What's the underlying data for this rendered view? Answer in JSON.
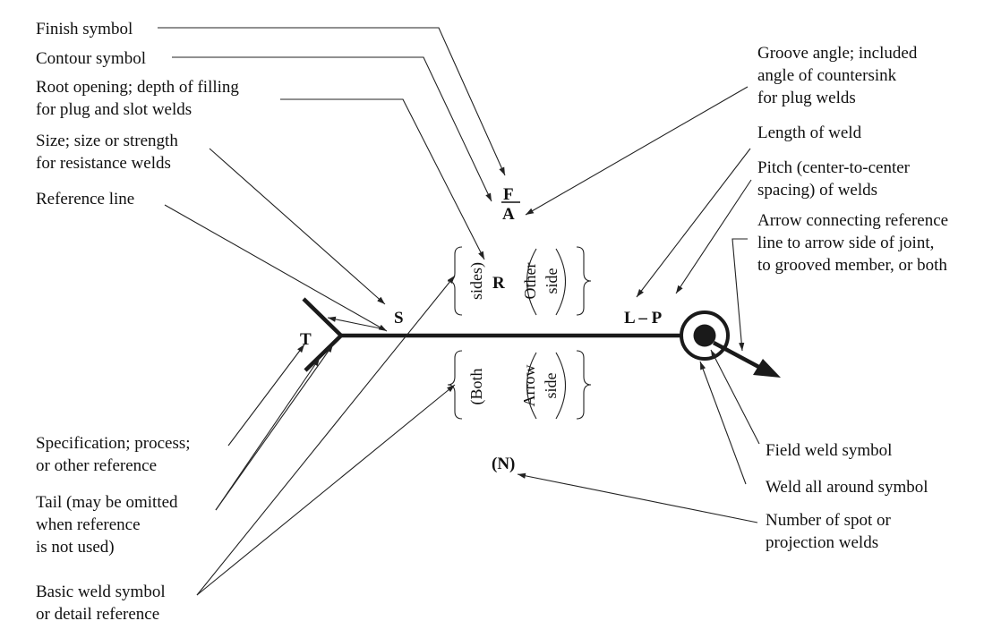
{
  "labels": {
    "finish": [
      "Finish symbol"
    ],
    "contour": [
      "Contour symbol"
    ],
    "root": [
      "Root opening; depth of filling",
      "for plug and slot welds"
    ],
    "size": [
      "Size; size or strength",
      "for resistance welds"
    ],
    "refline": [
      "Reference line"
    ],
    "groove": [
      "Groove angle; included",
      "angle of countersink",
      "for plug welds"
    ],
    "length": [
      "Length of weld"
    ],
    "pitch": [
      "Pitch (center-to-center",
      "spacing) of welds"
    ],
    "arrowconn": [
      "Arrow connecting reference",
      "line to arrow side of joint,",
      "to grooved member, or both"
    ],
    "spec": [
      "Specification; process;",
      "or other reference"
    ],
    "tail": [
      "Tail (may be omitted",
      "when reference",
      "is not used)"
    ],
    "basic": [
      "Basic weld symbol",
      "or detail reference"
    ],
    "field": [
      "Field weld symbol"
    ],
    "allaround": [
      "Weld all around symbol"
    ],
    "spot": [
      "Number of spot or",
      "projection welds"
    ]
  },
  "symbols": {
    "F": "F",
    "A": "A",
    "R": "R",
    "S": "S",
    "T": "T",
    "LP": "L – P",
    "N": "(N)",
    "other_side": [
      "Other",
      "side"
    ],
    "sides": "sides)",
    "both": "(Both",
    "arrow_side": [
      "Arrow",
      "side"
    ]
  }
}
